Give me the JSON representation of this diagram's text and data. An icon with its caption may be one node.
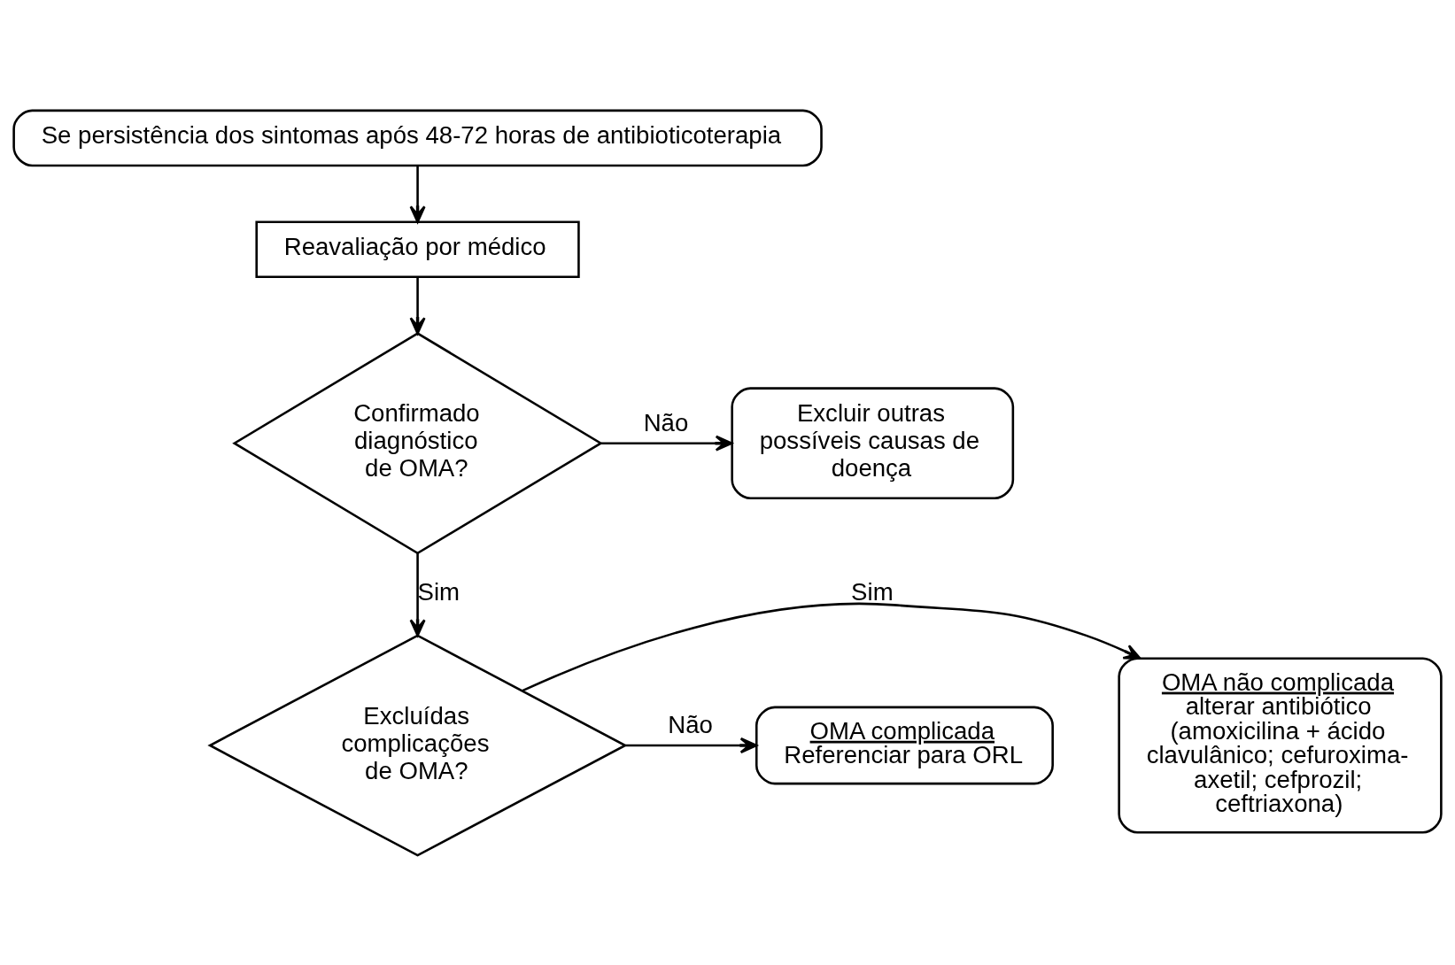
{
  "diagram": {
    "nodes": [
      {
        "text": [
          "Se persistência dos sintomas após 48-72 horas de antibioticoterapia"
        ]
      },
      {
        "text": [
          "Reavaliação por médico"
        ]
      },
      {
        "text": [
          "Confirmado diagnóstico de OMA?"
        ]
      },
      {
        "text": [
          "Excluir outras possíveis causas de doença"
        ]
      },
      {
        "text": [
          "Excluídas complicações de OMA?"
        ]
      },
      {
        "text": [
          "OMA não complicada",
          "alterar antibiótico (amoxicilina + ácido clavulânico; cefuroxima-axetil; cefprozil; ceftriaxona)"
        ]
      },
      {
        "text": [
          "OMA complicada",
          "Referenciar para ORL"
        ]
      }
    ],
    "edges": [
      {
        "from": 0,
        "to": 1,
        "arrow": "to"
      },
      {
        "from": 1,
        "to": 2,
        "arrow": "to"
      },
      {
        "from": 2,
        "to": 3,
        "arrow": "to",
        "label": "Não"
      },
      {
        "from": 2,
        "to": 4,
        "arrow": "to",
        "label": "Sim"
      },
      {
        "from": 4,
        "to": 5,
        "arrow": "to",
        "label": "Sim"
      },
      {
        "from": 4,
        "to": 6,
        "arrow": "to",
        "label": "Não"
      }
    ]
  }
}
